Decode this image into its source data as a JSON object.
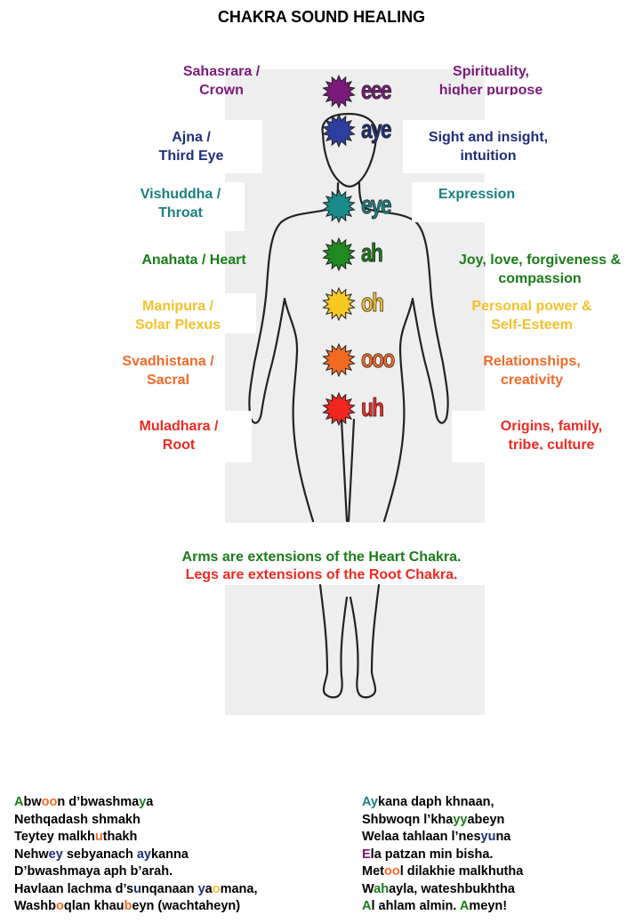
{
  "title": "CHAKRA SOUND HEALING",
  "chakras": [
    {
      "name_line1": "Sahasrara /",
      "name_line2": "Crown",
      "sound": "eee",
      "meaning_line1": "Spirituality,",
      "meaning_line2": "higher purpose",
      "color": "#7a1a7a",
      "star_color": "#7a1a7a"
    },
    {
      "name_line1": "Ajna /",
      "name_line2": "Third Eye",
      "sound": "aye",
      "meaning_line1": "Sight and insight,",
      "meaning_line2": "intuition",
      "color": "#1f2f7a",
      "star_color": "#2e3ea0"
    },
    {
      "name_line1": "Vishuddha /",
      "name_line2": "Throat",
      "sound": "eye",
      "meaning_line1": "Expression",
      "meaning_line2": "",
      "color": "#1a7f7f",
      "star_color": "#1a8a8a"
    },
    {
      "name_line1": "Anahata / Heart",
      "name_line2": "",
      "sound": "ah",
      "meaning_line1": "Joy, love, forgiveness &",
      "meaning_line2": "compassion",
      "color": "#1b7b1b",
      "star_color": "#1f8a1f"
    },
    {
      "name_line1": "Manipura /",
      "name_line2": "Solar Plexus",
      "sound": "oh",
      "meaning_line1": "Personal power &",
      "meaning_line2": "Self-Esteem",
      "color": "#f5c02a",
      "star_color": "#f8c820"
    },
    {
      "name_line1": "Svadhistana /",
      "name_line2": "Sacral",
      "sound": "ooo",
      "meaning_line1": "Relationships,",
      "meaning_line2": "creativity",
      "color": "#f06a2a",
      "star_color": "#f26a22"
    },
    {
      "name_line1": "Muladhara /",
      "name_line2": "Root",
      "sound": "uh",
      "meaning_line1": "Origins, family,",
      "meaning_line2": "tribe, culture",
      "color": "#ee2a22",
      "star_color": "#f02820"
    }
  ],
  "caption": {
    "line1": "Arms are extensions of the Heart Chakra.",
    "line2": "Legs are extensions of the Root Chakra.",
    "line1_color": "#1b7b1b",
    "line2_color": "#ee2a22"
  },
  "prayer_left": [
    [
      [
        "A",
        "#1b7b1b"
      ],
      [
        "bw",
        "#000"
      ],
      [
        "oo",
        "#f06a2a"
      ],
      [
        "n d’bwashma",
        "#000"
      ],
      [
        "y",
        "#1b7b1b"
      ],
      [
        "a",
        "#000"
      ]
    ],
    [
      [
        "Nethqadash shmakh",
        "#000"
      ]
    ],
    [
      [
        "Teytey malkh",
        "#000"
      ],
      [
        "u",
        "#f06a2a"
      ],
      [
        "thakh",
        "#000"
      ]
    ],
    [
      [
        "Nehw",
        "#000"
      ],
      [
        "ey",
        "#1f2f7a"
      ],
      [
        " sebyanach ",
        "#000"
      ],
      [
        "ay",
        "#1f2f7a"
      ],
      [
        "kanna",
        "#000"
      ]
    ],
    [
      [
        "D’bwashmaya aph b’arah.",
        "#000"
      ]
    ],
    [
      [
        "Havlaan lachma d’s",
        "#000"
      ],
      [
        "u",
        "#1f2f7a"
      ],
      [
        "nqanaan ",
        "#000"
      ],
      [
        "y",
        "#1f2f7a"
      ],
      [
        "a",
        "#000"
      ],
      [
        "o",
        "#f5c02a"
      ],
      [
        "mana,",
        "#000"
      ]
    ],
    [
      [
        "Washb",
        "#000"
      ],
      [
        "o",
        "#f06a2a"
      ],
      [
        "qlan khau",
        "#000"
      ],
      [
        "b",
        "#f06a2a"
      ],
      [
        "eyn (wachtaheyn)",
        "#000"
      ]
    ]
  ],
  "prayer_right": [
    [
      [
        "Ay",
        "#1a7f7f"
      ],
      [
        "kana daph khnaan,",
        "#000"
      ]
    ],
    [
      [
        "Shbwoqn l’kha",
        "#000"
      ],
      [
        "yy",
        "#1b7b1b"
      ],
      [
        "abeyn",
        "#000"
      ]
    ],
    [
      [
        "Welaa tahlaan l’nes",
        "#000"
      ],
      [
        "yu",
        "#1f2f7a"
      ],
      [
        "na",
        "#000"
      ]
    ],
    [
      [
        "E",
        "#7a1a7a"
      ],
      [
        "la patzan min bisha.",
        "#000"
      ]
    ],
    [
      [
        "Met",
        "#000"
      ],
      [
        "oo",
        "#f06a2a"
      ],
      [
        "l dilakhie malkhutha",
        "#000"
      ]
    ],
    [
      [
        "W",
        "#000"
      ],
      [
        "ah",
        "#1b7b1b"
      ],
      [
        "ayla, wateshbukhtha",
        "#000"
      ]
    ],
    [
      [
        "A",
        "#1b7b1b"
      ],
      [
        "l ahlam almin.  ",
        "#000"
      ],
      [
        "A",
        "#1b7b1b"
      ],
      [
        "meyn!",
        "#000"
      ]
    ]
  ]
}
